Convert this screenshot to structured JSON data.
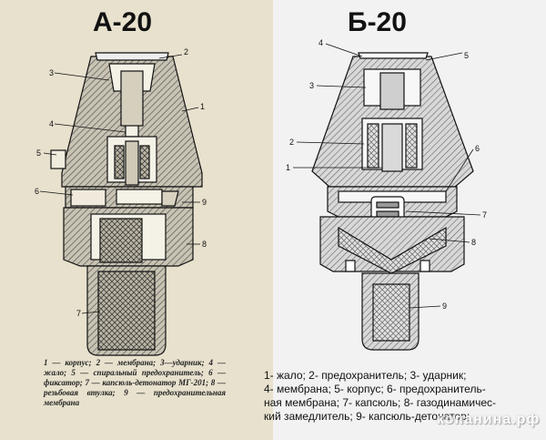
{
  "titles": {
    "left": "А-20",
    "right": "Б-20"
  },
  "callouts_left": [
    "1",
    "2",
    "3",
    "4",
    "5",
    "6",
    "7",
    "8",
    "9"
  ],
  "callouts_right": [
    "1",
    "2",
    "3",
    "4",
    "5",
    "6",
    "7",
    "8",
    "9"
  ],
  "legend_left": "1 — корпус; 2 — мембрана; 3—ударник; 4 — жало; 5 — спиральный предохранитель; 6 — фиксатор; 7 — капсюль-детонатор МГ-201; 8 — резьбовая втулка; 9 — предохранительная мембрана",
  "legend_right": [
    "1- жало; 2- предохранитель; 3- ударник;",
    "4- мембрана; 5- корпус; 6- предохранитель-",
    "ная мембрана; 7- капсюль; 8- газодинамичес-",
    "кий замедлитель; 9- капсюль-детонатор;"
  ],
  "watermark": "копанина.рф",
  "colors": {
    "hatch": "#555555",
    "ink": "#111111",
    "paper_left": "#e7e1cd",
    "paper_right": "#f2f2f2"
  }
}
